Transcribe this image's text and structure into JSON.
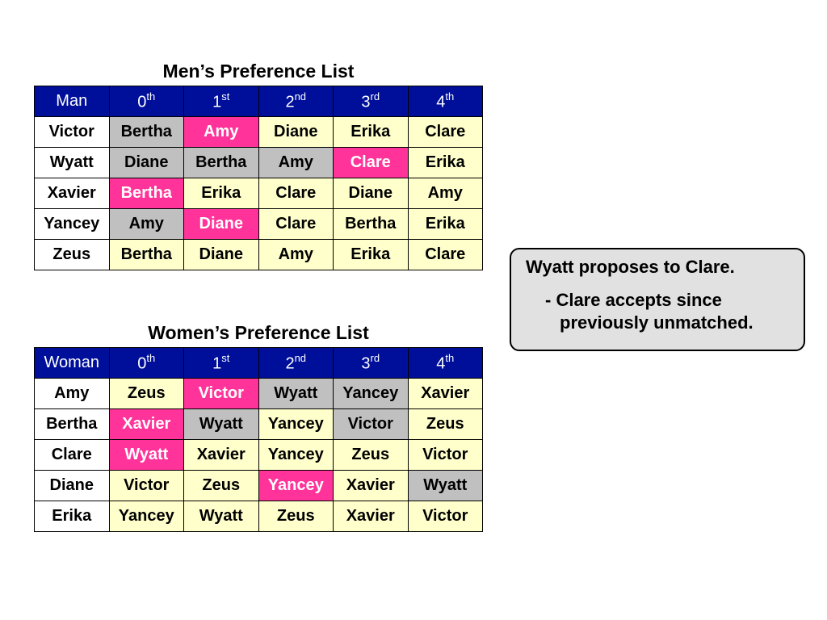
{
  "men": {
    "title": "Men’s Preference List",
    "corner": "Man",
    "headers": [
      {
        "num": "0",
        "sup": "th"
      },
      {
        "num": "1",
        "sup": "st"
      },
      {
        "num": "2",
        "sup": "nd"
      },
      {
        "num": "3",
        "sup": "rd"
      },
      {
        "num": "4",
        "sup": "th"
      }
    ],
    "rows": [
      {
        "name": "Victor",
        "prefs": [
          "Bertha",
          "Amy",
          "Diane",
          "Erika",
          "Clare"
        ],
        "state": [
          "gray",
          "pink",
          "free",
          "free",
          "free"
        ]
      },
      {
        "name": "Wyatt",
        "prefs": [
          "Diane",
          "Bertha",
          "Amy",
          "Clare",
          "Erika"
        ],
        "state": [
          "gray",
          "gray",
          "gray",
          "pink",
          "free"
        ]
      },
      {
        "name": "Xavier",
        "prefs": [
          "Bertha",
          "Erika",
          "Clare",
          "Diane",
          "Amy"
        ],
        "state": [
          "pink",
          "free",
          "free",
          "free",
          "free"
        ]
      },
      {
        "name": "Yancey",
        "prefs": [
          "Amy",
          "Diane",
          "Clare",
          "Bertha",
          "Erika"
        ],
        "state": [
          "gray",
          "pink",
          "free",
          "free",
          "free"
        ]
      },
      {
        "name": "Zeus",
        "prefs": [
          "Bertha",
          "Diane",
          "Amy",
          "Erika",
          "Clare"
        ],
        "state": [
          "free",
          "free",
          "free",
          "free",
          "free"
        ]
      }
    ]
  },
  "women": {
    "title": "Women’s Preference List",
    "corner": "Woman",
    "headers": [
      {
        "num": "0",
        "sup": "th"
      },
      {
        "num": "1",
        "sup": "st"
      },
      {
        "num": "2",
        "sup": "nd"
      },
      {
        "num": "3",
        "sup": "rd"
      },
      {
        "num": "4",
        "sup": "th"
      }
    ],
    "rows": [
      {
        "name": "Amy",
        "prefs": [
          "Zeus",
          "Victor",
          "Wyatt",
          "Yancey",
          "Xavier"
        ],
        "state": [
          "free",
          "pink",
          "gray",
          "gray",
          "free"
        ]
      },
      {
        "name": "Bertha",
        "prefs": [
          "Xavier",
          "Wyatt",
          "Yancey",
          "Victor",
          "Zeus"
        ],
        "state": [
          "pink",
          "gray",
          "free",
          "gray",
          "free"
        ]
      },
      {
        "name": "Clare",
        "prefs": [
          "Wyatt",
          "Xavier",
          "Yancey",
          "Zeus",
          "Victor"
        ],
        "state": [
          "pink",
          "free",
          "free",
          "free",
          "free"
        ]
      },
      {
        "name": "Diane",
        "prefs": [
          "Victor",
          "Zeus",
          "Yancey",
          "Xavier",
          "Wyatt"
        ],
        "state": [
          "free",
          "free",
          "pink",
          "free",
          "gray"
        ]
      },
      {
        "name": "Erika",
        "prefs": [
          "Yancey",
          "Wyatt",
          "Zeus",
          "Xavier",
          "Victor"
        ],
        "state": [
          "free",
          "free",
          "free",
          "free",
          "free"
        ]
      }
    ]
  },
  "callout": {
    "line1": "Wyatt proposes to Clare.",
    "line2": "-  Clare accepts since",
    "line3": "previously unmatched."
  },
  "colors": {
    "header_bg": "#000f9a",
    "unproposed": "#ffffcc",
    "rejected": "#c0c0c0",
    "matched": "#ff3399",
    "callout_bg": "#e1e1e1"
  }
}
